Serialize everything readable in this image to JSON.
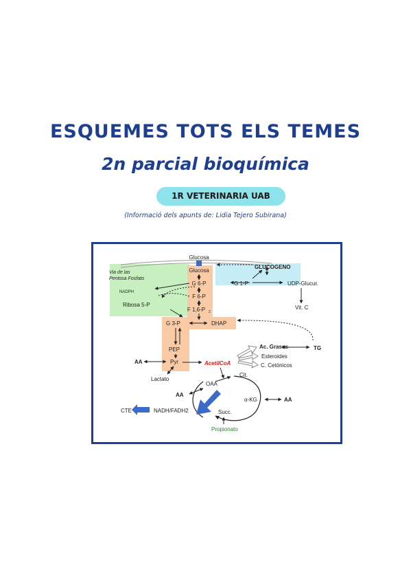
{
  "document": {
    "title": "ESQUEMES TOTS ELS TEMES",
    "subtitle": "2n parcial bioquímica",
    "badge": "1R VETERINARIA UAB",
    "credit": "(Informació dels apunts de: Lidia Tejero Subirana)"
  },
  "diagram": {
    "glucosa_outer": "Glucosa",
    "glucosa": "Glucosa",
    "g6p": "G 6-P",
    "f6p": "F 6-P",
    "f16p2": "F 1,6-P",
    "f16p2_sub": "2",
    "pentose_pathway": "Via de las",
    "pentose_pathway_2": "Pentosa Fosfato",
    "nadph": "NADPH",
    "ribosa5p": "Ribosa 5-P",
    "glucogeno": "GLUCOGENO",
    "g1p": "G 1-P",
    "udp": "UDP-Glucur.",
    "vitc": "Vit. C",
    "g3p": "G 3-P",
    "dhap": "DHAP",
    "pep": "PEP",
    "pyr": "Pyr",
    "aa1": "AA",
    "lactato": "Lactato",
    "acetilcoa": "AcetilCoA",
    "ac_grasos": "Ac. Grasos",
    "tg": "TG",
    "esteroides": "Esteroides",
    "cetonicos": "C. Cetónicos",
    "cit": "Cit.",
    "oaa": "OAA",
    "aa2": "AA",
    "akg": "α-KG",
    "aa3": "AA",
    "succ": "Succ.",
    "propionato": "Propionato",
    "cte": "CTE",
    "nadh": "NADH/FADH2"
  },
  "colors": {
    "title": "#1e3f8f",
    "badge": "#8ee3ea",
    "green_zone": "#c8efc0",
    "blue_zone": "#c6ecf5",
    "orange_zone": "#f8cba6",
    "acetilcoa": "#d01c1c",
    "propionato": "#2a7d2a",
    "arrow_blue": "#3c6ac8"
  }
}
